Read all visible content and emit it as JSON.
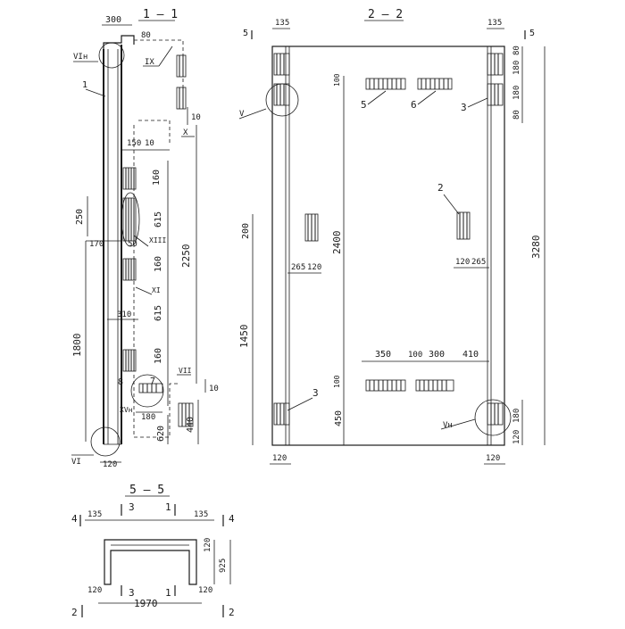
{
  "sections": {
    "s11": "1 – 1",
    "s22": "2 – 2",
    "s55": "5 – 5"
  },
  "view11": {
    "dims": {
      "d300": "300",
      "d80": "80",
      "d10a": "10",
      "d150": "150",
      "d10b": "10",
      "d160a": "160",
      "d615a": "615",
      "d250": "250",
      "d170": "170",
      "d50": "50",
      "d160b": "160",
      "d310": "310",
      "d615b": "615",
      "d160c": "160",
      "d2250": "2250",
      "d1800": "1800",
      "d10c": "10",
      "d180": "180",
      "d440": "440",
      "d620": "620",
      "d120": "120"
    },
    "marks": {
      "vin": "VIн",
      "ix": "IX",
      "x": "X",
      "xiii": "XIII",
      "xi": "XI",
      "vii": "VII",
      "xvn": "XVн",
      "vi": "VI",
      "p1": "1",
      "p7": "7",
      "p8": "8"
    }
  },
  "view22": {
    "dims": {
      "d135l": "135",
      "d135r": "135",
      "d100a": "100",
      "d180a": "180",
      "d180b": "180",
      "d80a": "80",
      "d80b": "80",
      "d200": "200",
      "d2400": "2400",
      "d3280": "3280",
      "d265a": "265",
      "d120a": "120",
      "d120b": "120",
      "d265b": "265",
      "d1450": "1450",
      "d350": "350",
      "d100b": "100",
      "d300": "300",
      "d410": "410",
      "d100c": "100",
      "d450": "450",
      "d180c": "180",
      "d120c": "120",
      "d120l": "120",
      "d120r": "120"
    },
    "marks": {
      "cut5l": "5",
      "cut5r": "5",
      "v": "V",
      "vn": "Vн",
      "p5": "5",
      "p6": "6",
      "p3a": "3",
      "p2": "2",
      "p3b": "3"
    }
  },
  "view55": {
    "dims": {
      "d135l": "135",
      "d135r": "135",
      "d120v": "120",
      "d925": "925",
      "d120bl": "120",
      "d120br": "120",
      "d1970": "1970"
    },
    "marks": {
      "c4l": "4",
      "c4r": "4",
      "c3t": "3",
      "c1t": "1",
      "c3b": "3",
      "c1b": "1",
      "c2l": "2",
      "c2r": "2"
    }
  }
}
